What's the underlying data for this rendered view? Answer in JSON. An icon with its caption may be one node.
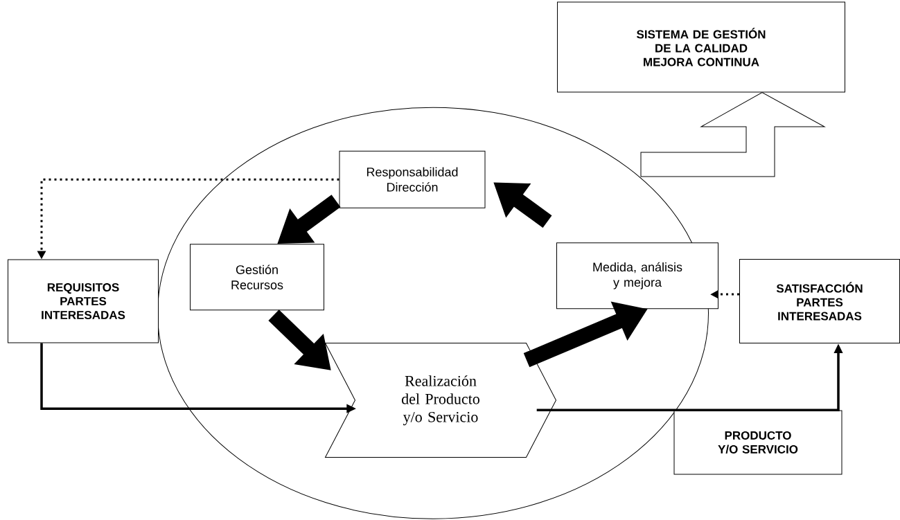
{
  "diagram": {
    "nodes": [
      {
        "text": [
          "SISTEMA DE GESTIÓN DE LA CALIDAD",
          "MEJORA CONTINUA"
        ]
      },
      {
        "text": [],
        "shape": "ellipse"
      },
      {
        "text": [
          "Responsabilidad Dirección"
        ],
        "in": 1
      },
      {
        "text": [
          "Gestión Recursos"
        ],
        "in": 1
      },
      {
        "text": [
          "Medida, análisis y mejora"
        ],
        "in": 1
      },
      {
        "text": [
          "REQUISITOS PARTES INTERESADAS"
        ]
      },
      {
        "text": [
          "Realización del Producto y/o Servicio"
        ],
        "in": 1
      },
      {
        "text": [
          "SATISFACCIÓN PARTES INTERESADAS"
        ]
      },
      {
        "text": [
          "PRODUCTO Y/O SERVICIO"
        ]
      }
    ],
    "edges": [
      {
        "from": 2,
        "to": 5,
        "arrow": "to",
        "style": "dashed"
      },
      {
        "from": 2,
        "to": 3,
        "arrow": "to",
        "style": "thick"
      },
      {
        "from": 3,
        "to": 6,
        "arrow": "to",
        "style": "thick"
      },
      {
        "from": 6,
        "to": 4,
        "arrow": "to",
        "style": "thick"
      },
      {
        "from": 4,
        "to": 2,
        "arrow": "to",
        "style": "thick"
      },
      {
        "from": 5,
        "to": 6,
        "arrow": "to"
      },
      {
        "from": 6,
        "to": 7,
        "arrow": "to"
      },
      {
        "from": 7,
        "to": 4,
        "arrow": "to",
        "style": "dashed"
      },
      {
        "from": null,
        "to": 0,
        "arrow": "to"
      }
    ]
  }
}
